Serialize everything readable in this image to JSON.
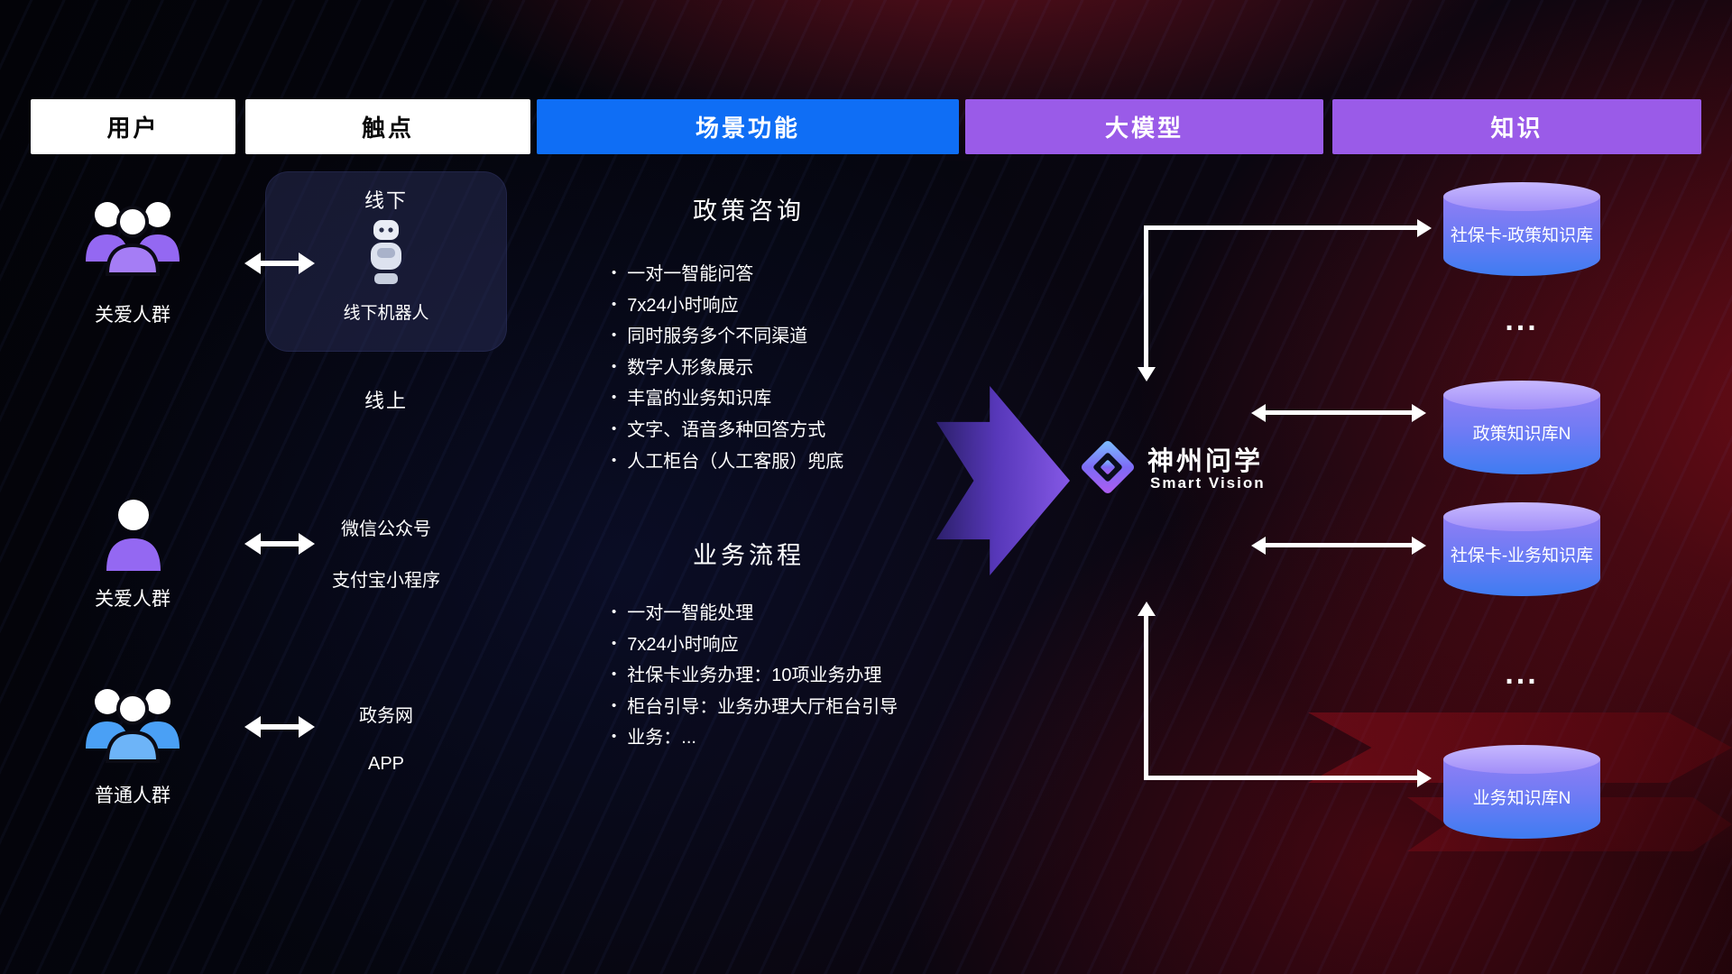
{
  "header": {
    "columns": [
      {
        "label": "用户"
      },
      {
        "label": "触点"
      },
      {
        "label": "场景功能"
      },
      {
        "label": "大模型"
      },
      {
        "label": "知识"
      }
    ]
  },
  "users": {
    "groups": [
      {
        "label": "关爱人群",
        "icon": "user-group-icon",
        "color": "#9468f2"
      },
      {
        "label": "关爱人群",
        "icon": "user-icon",
        "color": "#9468f2"
      },
      {
        "label": "普通人群",
        "icon": "user-group-icon",
        "color": "#4aa0f5"
      }
    ]
  },
  "touchpoints": {
    "offline": {
      "title": "线下",
      "robot_label": "线下机器人"
    },
    "online": {
      "title": "线上",
      "channels_mid": [
        "微信公众号",
        "支付宝小程序"
      ],
      "channels_bottom": [
        "政务网",
        "APP"
      ]
    }
  },
  "scenario": {
    "policy": {
      "title": "政策咨询",
      "items": [
        "一对一智能问答",
        "7x24小时响应",
        "同时服务多个不同渠道",
        "数字人形象展示",
        "丰富的业务知识库",
        "文字、语音多种回答方式",
        "人工柜台（人工客服）兜底"
      ]
    },
    "business": {
      "title": "业务流程",
      "items": [
        "一对一智能处理",
        "7x24小时响应",
        "社保卡业务办理：10项业务办理",
        "柜台引导：业务办理大厅柜台引导",
        "业务：..."
      ]
    }
  },
  "model": {
    "brand_cn": "神州问学",
    "brand_en": "Smart Vision"
  },
  "knowledge": {
    "databases": [
      {
        "label": "社保卡-政策知识库"
      },
      {
        "label": "政策知识库N"
      },
      {
        "label": "社保卡-业务知识库"
      },
      {
        "label": "业务知识库N"
      }
    ],
    "ellipsis": "..."
  },
  "icons": {
    "user_group": "user-group-icon",
    "user_single": "user-icon",
    "robot": "robot-icon",
    "bidirectional_arrow": "bidirectional-arrow-icon",
    "flow_arrow": "flow-arrow-icon",
    "logo": "diamond-logo-icon",
    "database": "database-cylinder-icon"
  },
  "colors": {
    "header_white": "#ffffff",
    "header_blue": "#0f6ef5",
    "header_purple": "#9a5be8",
    "arrow_white": "#ffffff",
    "flow_arrow_purple": "#8b5cf0",
    "db_top": "#c7b8ff",
    "db_bottom": "#3f7cf2",
    "user_purple": "#9468f2",
    "user_blue": "#4aa0f5"
  }
}
